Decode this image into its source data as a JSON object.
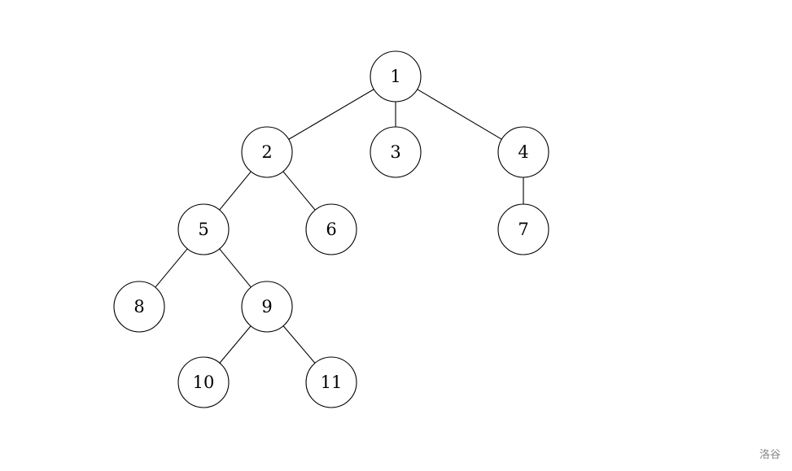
{
  "tree": {
    "nodes": [
      {
        "id": "1",
        "label": "1"
      },
      {
        "id": "2",
        "label": "2"
      },
      {
        "id": "3",
        "label": "3"
      },
      {
        "id": "4",
        "label": "4"
      },
      {
        "id": "5",
        "label": "5"
      },
      {
        "id": "6",
        "label": "6"
      },
      {
        "id": "7",
        "label": "7"
      },
      {
        "id": "8",
        "label": "8"
      },
      {
        "id": "9",
        "label": "9"
      },
      {
        "id": "10",
        "label": "10"
      },
      {
        "id": "11",
        "label": "11"
      }
    ],
    "edges": [
      [
        "1",
        "2"
      ],
      [
        "1",
        "3"
      ],
      [
        "1",
        "4"
      ],
      [
        "2",
        "5"
      ],
      [
        "2",
        "6"
      ],
      [
        "4",
        "7"
      ],
      [
        "5",
        "8"
      ],
      [
        "5",
        "9"
      ],
      [
        "9",
        "10"
      ],
      [
        "9",
        "11"
      ]
    ]
  },
  "watermark": "洛谷"
}
